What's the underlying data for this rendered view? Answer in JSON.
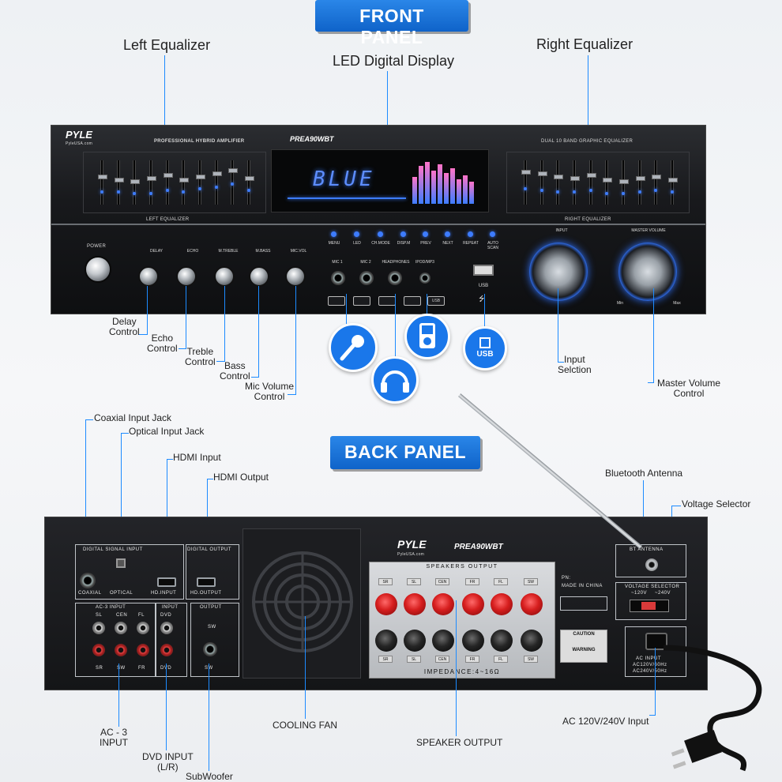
{
  "front": {
    "badge": "FRONT PANEL",
    "callouts": {
      "left_eq": "Left Equalizer",
      "led_display": "LED Digital Display",
      "right_eq": "Right Equalizer",
      "delay": [
        "Delay",
        "Control"
      ],
      "echo": [
        "Echo",
        "Control"
      ],
      "treble": [
        "Treble",
        "Control"
      ],
      "bass": [
        "Bass",
        "Control"
      ],
      "mic_volume": [
        "Mic Volume",
        "Control"
      ],
      "input_selection": [
        "Input",
        "Selction"
      ],
      "master_volume": [
        "Master Volume",
        "Control"
      ]
    },
    "device": {
      "brand": "PYLE",
      "site": "PyleUSA.com",
      "desc": "PROFESSIONAL HYBRID AMPLIFIER",
      "model": "PREA90WBT",
      "right_title": "DUAL 10 BAND GRAPHIC EQUALIZER",
      "left_eq_label": "LEFT EQUALIZER",
      "right_eq_label": "RIGHT EQUALIZER",
      "display_text": "BLUE",
      "power": "POWER",
      "knob_labels": [
        "DELAY",
        "ECHO",
        "M.TREBLE",
        "M.BASS",
        "MIC.VOL"
      ],
      "buttons": [
        "MENU",
        "LED",
        "CH.MODE",
        "DISP.M",
        "PREV",
        "NEXT",
        "REPEAT",
        "AUTO SCAN"
      ],
      "jack_labels": [
        "MIC 1",
        "MIC 2",
        "HEADPHONES",
        "IPOD/MP3"
      ],
      "usb": "USB",
      "input": "INPUT",
      "master_volume": "MASTER VOLUME",
      "min": "Min",
      "max": "Max"
    },
    "icon_usb_label": "USB"
  },
  "back": {
    "badge": "BACK PANEL",
    "callouts": {
      "coaxial": "Coaxial Input Jack",
      "optical": "Optical Input Jack",
      "hdmi_in": "HDMI Input",
      "hdmi_out": "HDMI Output",
      "bt_antenna": "Bluetooth Antenna",
      "voltage": "Voltage Selector",
      "ac3": [
        "AC - 3",
        "INPUT"
      ],
      "dvd": [
        "DVD INPUT",
        "(L/R)"
      ],
      "subwoofer": "SubWoofer",
      "cooling_fan": "COOLING FAN",
      "speaker_output": "SPEAKER OUTPUT",
      "ac_input": "AC 120V/240V Input"
    },
    "device": {
      "brand": "PYLE",
      "site": "PyleUSA.com",
      "model": "PREA90WBT",
      "digital_signal_input": "DIGITAL SIGNAL INPUT",
      "digital_output": "DIGITAL OUTPUT",
      "coaxial": "COAXIAL",
      "optical": "OPTICAL",
      "hd_input": "HD.INPUT",
      "hd_output": "HD.OUTPUT",
      "ac3_input": "AC-3 INPUT",
      "input": "INPUT",
      "output": "OUTPUT",
      "rca_top": [
        "SL",
        "CEN",
        "FL",
        "DVD"
      ],
      "rca_bottom": [
        "SR",
        "SW",
        "FR",
        "DVD"
      ],
      "sw": "SW",
      "speakers_output": "SPEAKERS OUTPUT",
      "spk_top": [
        "SR",
        "SL",
        "CEN",
        "FR",
        "FL",
        "SW"
      ],
      "impedance": "IMPEDANCE:4~16Ω",
      "pn": "PN:",
      "made_in": "MADE IN CHINA",
      "bt_antenna": "BT ANTENNA",
      "voltage_selector": "VOLTAGE SELECTOR",
      "v120": "~120V",
      "v240": "~240V",
      "caution": "CAUTION",
      "warning": "WARNING",
      "ac_input": "AC INPUT",
      "ac_rating_1": "AC120V/60Hz",
      "ac_rating_2": "AC240V/50Hz"
    }
  },
  "colors": {
    "accent": "#1d8bff",
    "badge": "#1566d6",
    "led": "#3d7cff"
  }
}
